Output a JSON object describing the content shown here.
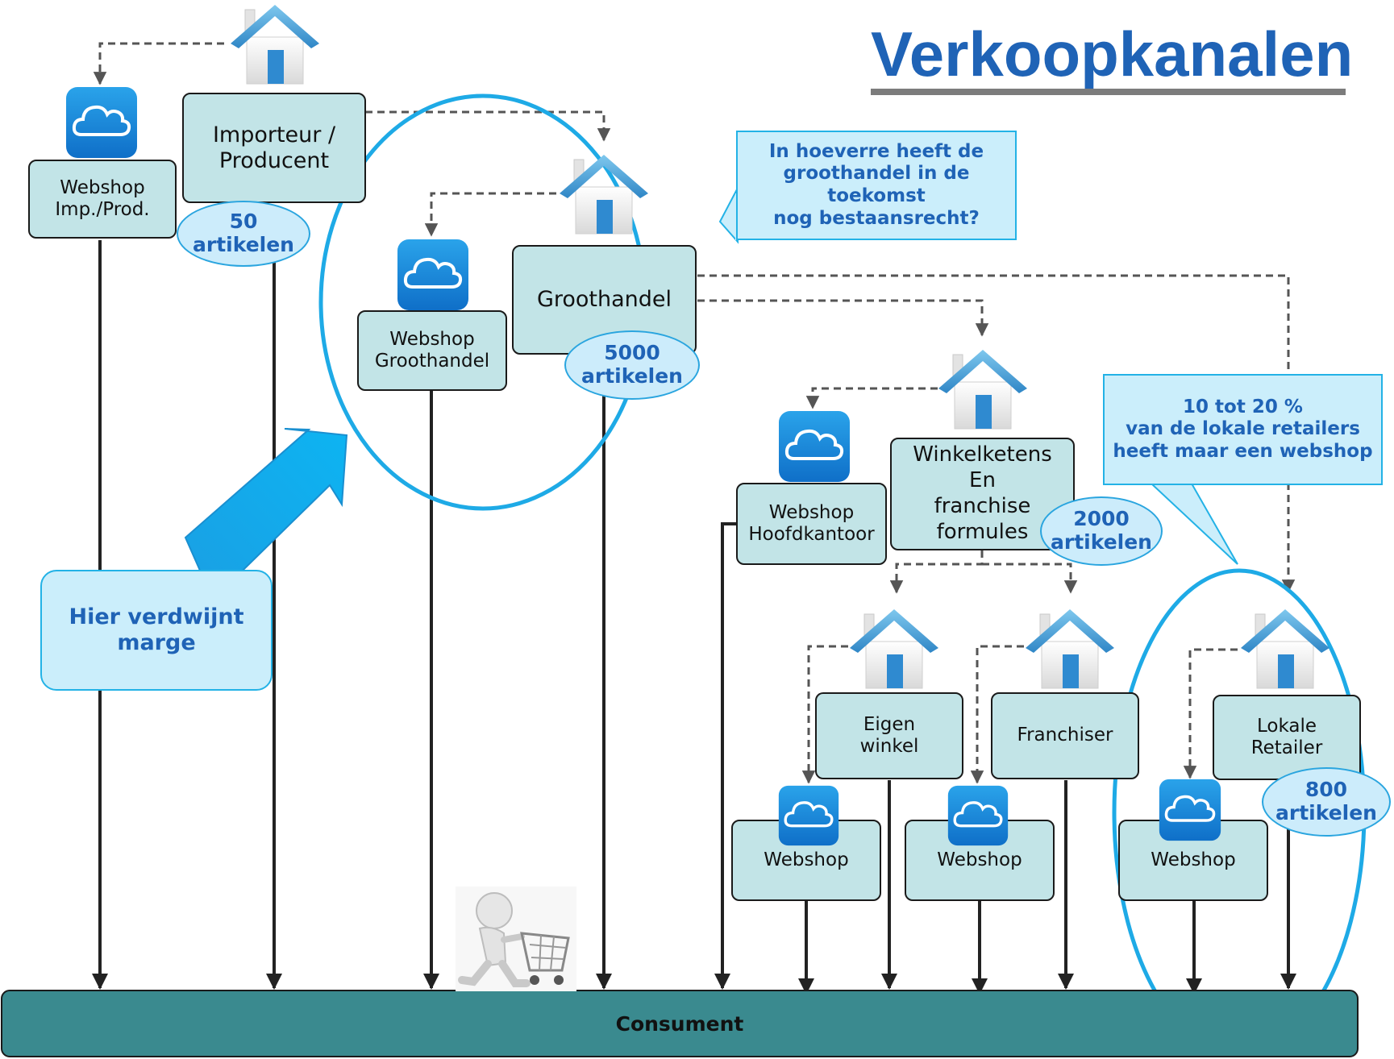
{
  "title": "Verkoopkanalen",
  "consumer_bar": {
    "label": "Consument"
  },
  "nodes": {
    "webshop_imp": "Webshop\nImp./Prod.",
    "importeur": "Importeur /\nProducent",
    "webshop_groothandel": "Webshop\nGroothandel",
    "groothandel": "Groothandel",
    "webshop_hoofdkantoor": "Webshop\nHoofdkantoor",
    "winkelketens": "Winkelketens\nEn\nfranchise\nformules",
    "eigen_winkel": "Eigen\nwinkel",
    "franchiser": "Franchiser",
    "lokale_retailer": "Lokale\nRetailer",
    "webshop_eigen": "Webshop",
    "webshop_franchiser": "Webshop",
    "webshop_lokaal": "Webshop"
  },
  "badges": {
    "importeur": "50\nartikelen",
    "groothandel": "5000\nartikelen",
    "winkelketens": "2000\nartikelen",
    "lokale_retailer": "800\nartikelen"
  },
  "callouts": {
    "groothandel_question": "In hoeverre heeft de\ngroothandel in de\ntoekomst\nnog bestaansrecht?",
    "retailers_webshop": "10 tot 20 %\nvan de lokale retailers\nheeft maar een webshop",
    "marge": "Hier verdwijnt\nmarge"
  },
  "colors": {
    "title": "#1f63b6",
    "node_fill": "#c2e4e7",
    "consumer_bar": "#3a8a8f",
    "highlight_ring": "#1eaae6",
    "arrow_blue": "#10a8e8",
    "badge_text": "#1f63b6"
  },
  "icons": {
    "house": "house-icon",
    "cloud": "cloud-webshop-icon",
    "shopper": "shopping-cart-person-icon"
  }
}
